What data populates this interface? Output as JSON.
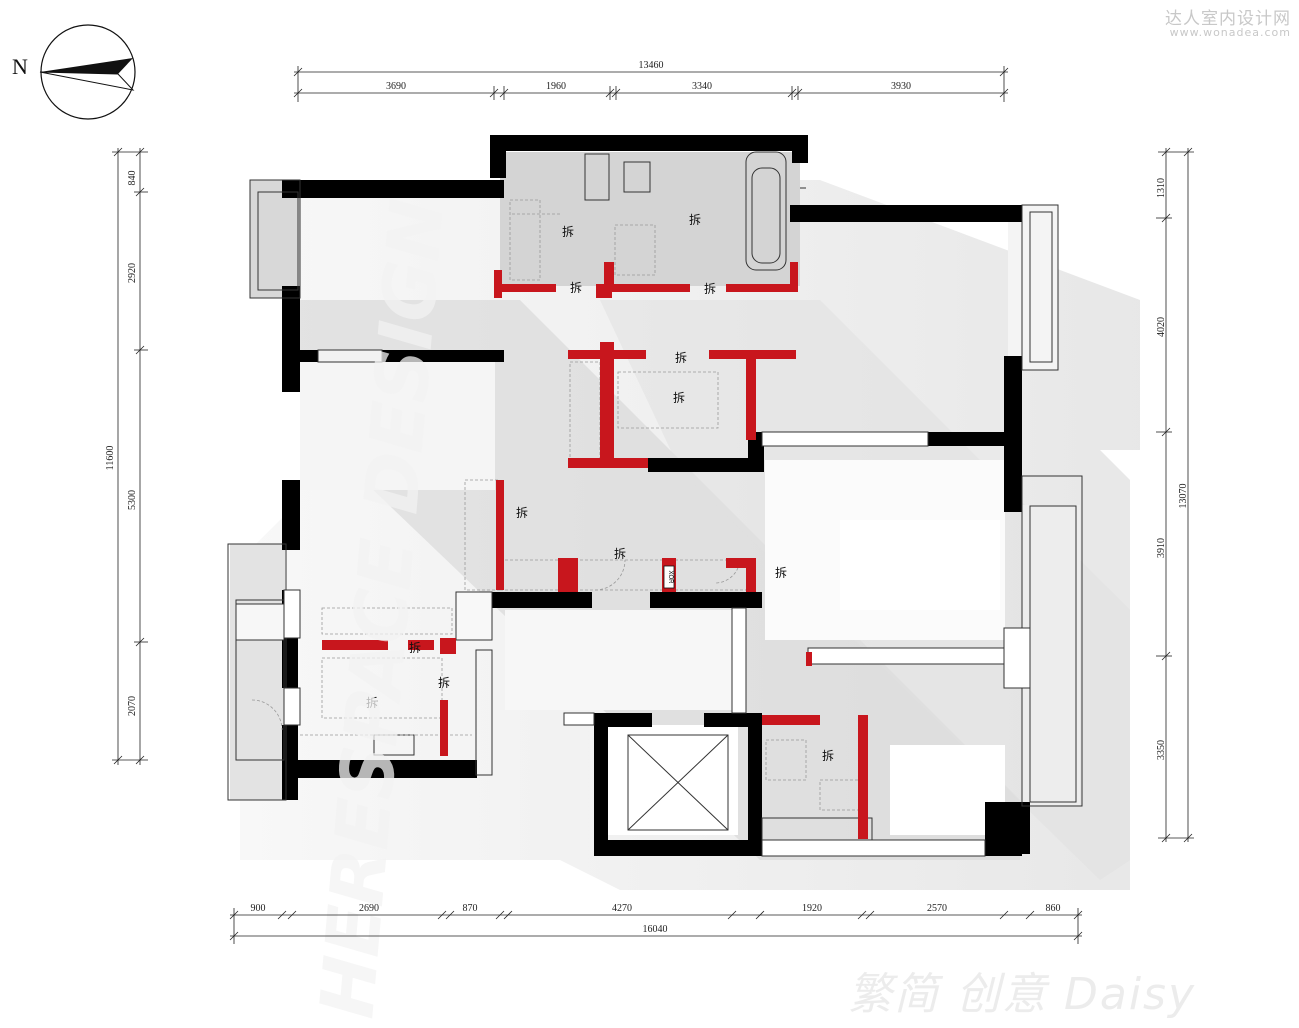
{
  "watermark": {
    "site_name": "达人室内设计网",
    "site_url": "www.wonadea.com",
    "vertical_text": "HERESPACE DESIGN",
    "bottom_text": "繁简 创意 Daisy"
  },
  "compass": {
    "label": "N"
  },
  "demolish_label": "拆",
  "top_dimensions": {
    "total": "13460",
    "segments": [
      "3690",
      "1960",
      "3340",
      "3930"
    ]
  },
  "bottom_dimensions": {
    "total": "16040",
    "segments": [
      "900",
      "2690",
      "870",
      "4270",
      "1920",
      "2570",
      "860"
    ]
  },
  "left_dimensions": {
    "total": "11600",
    "segments": [
      "840",
      "2920",
      "5300",
      "2070"
    ]
  },
  "right_dimensions": {
    "total": "13070",
    "segments": [
      "1310",
      "4020",
      "3910",
      "3350"
    ]
  },
  "small_label": "XOR",
  "colors": {
    "wall": "#000000",
    "demolish": "#c8161d",
    "shadow": "#d9d9d9",
    "background": "#ffffff"
  }
}
